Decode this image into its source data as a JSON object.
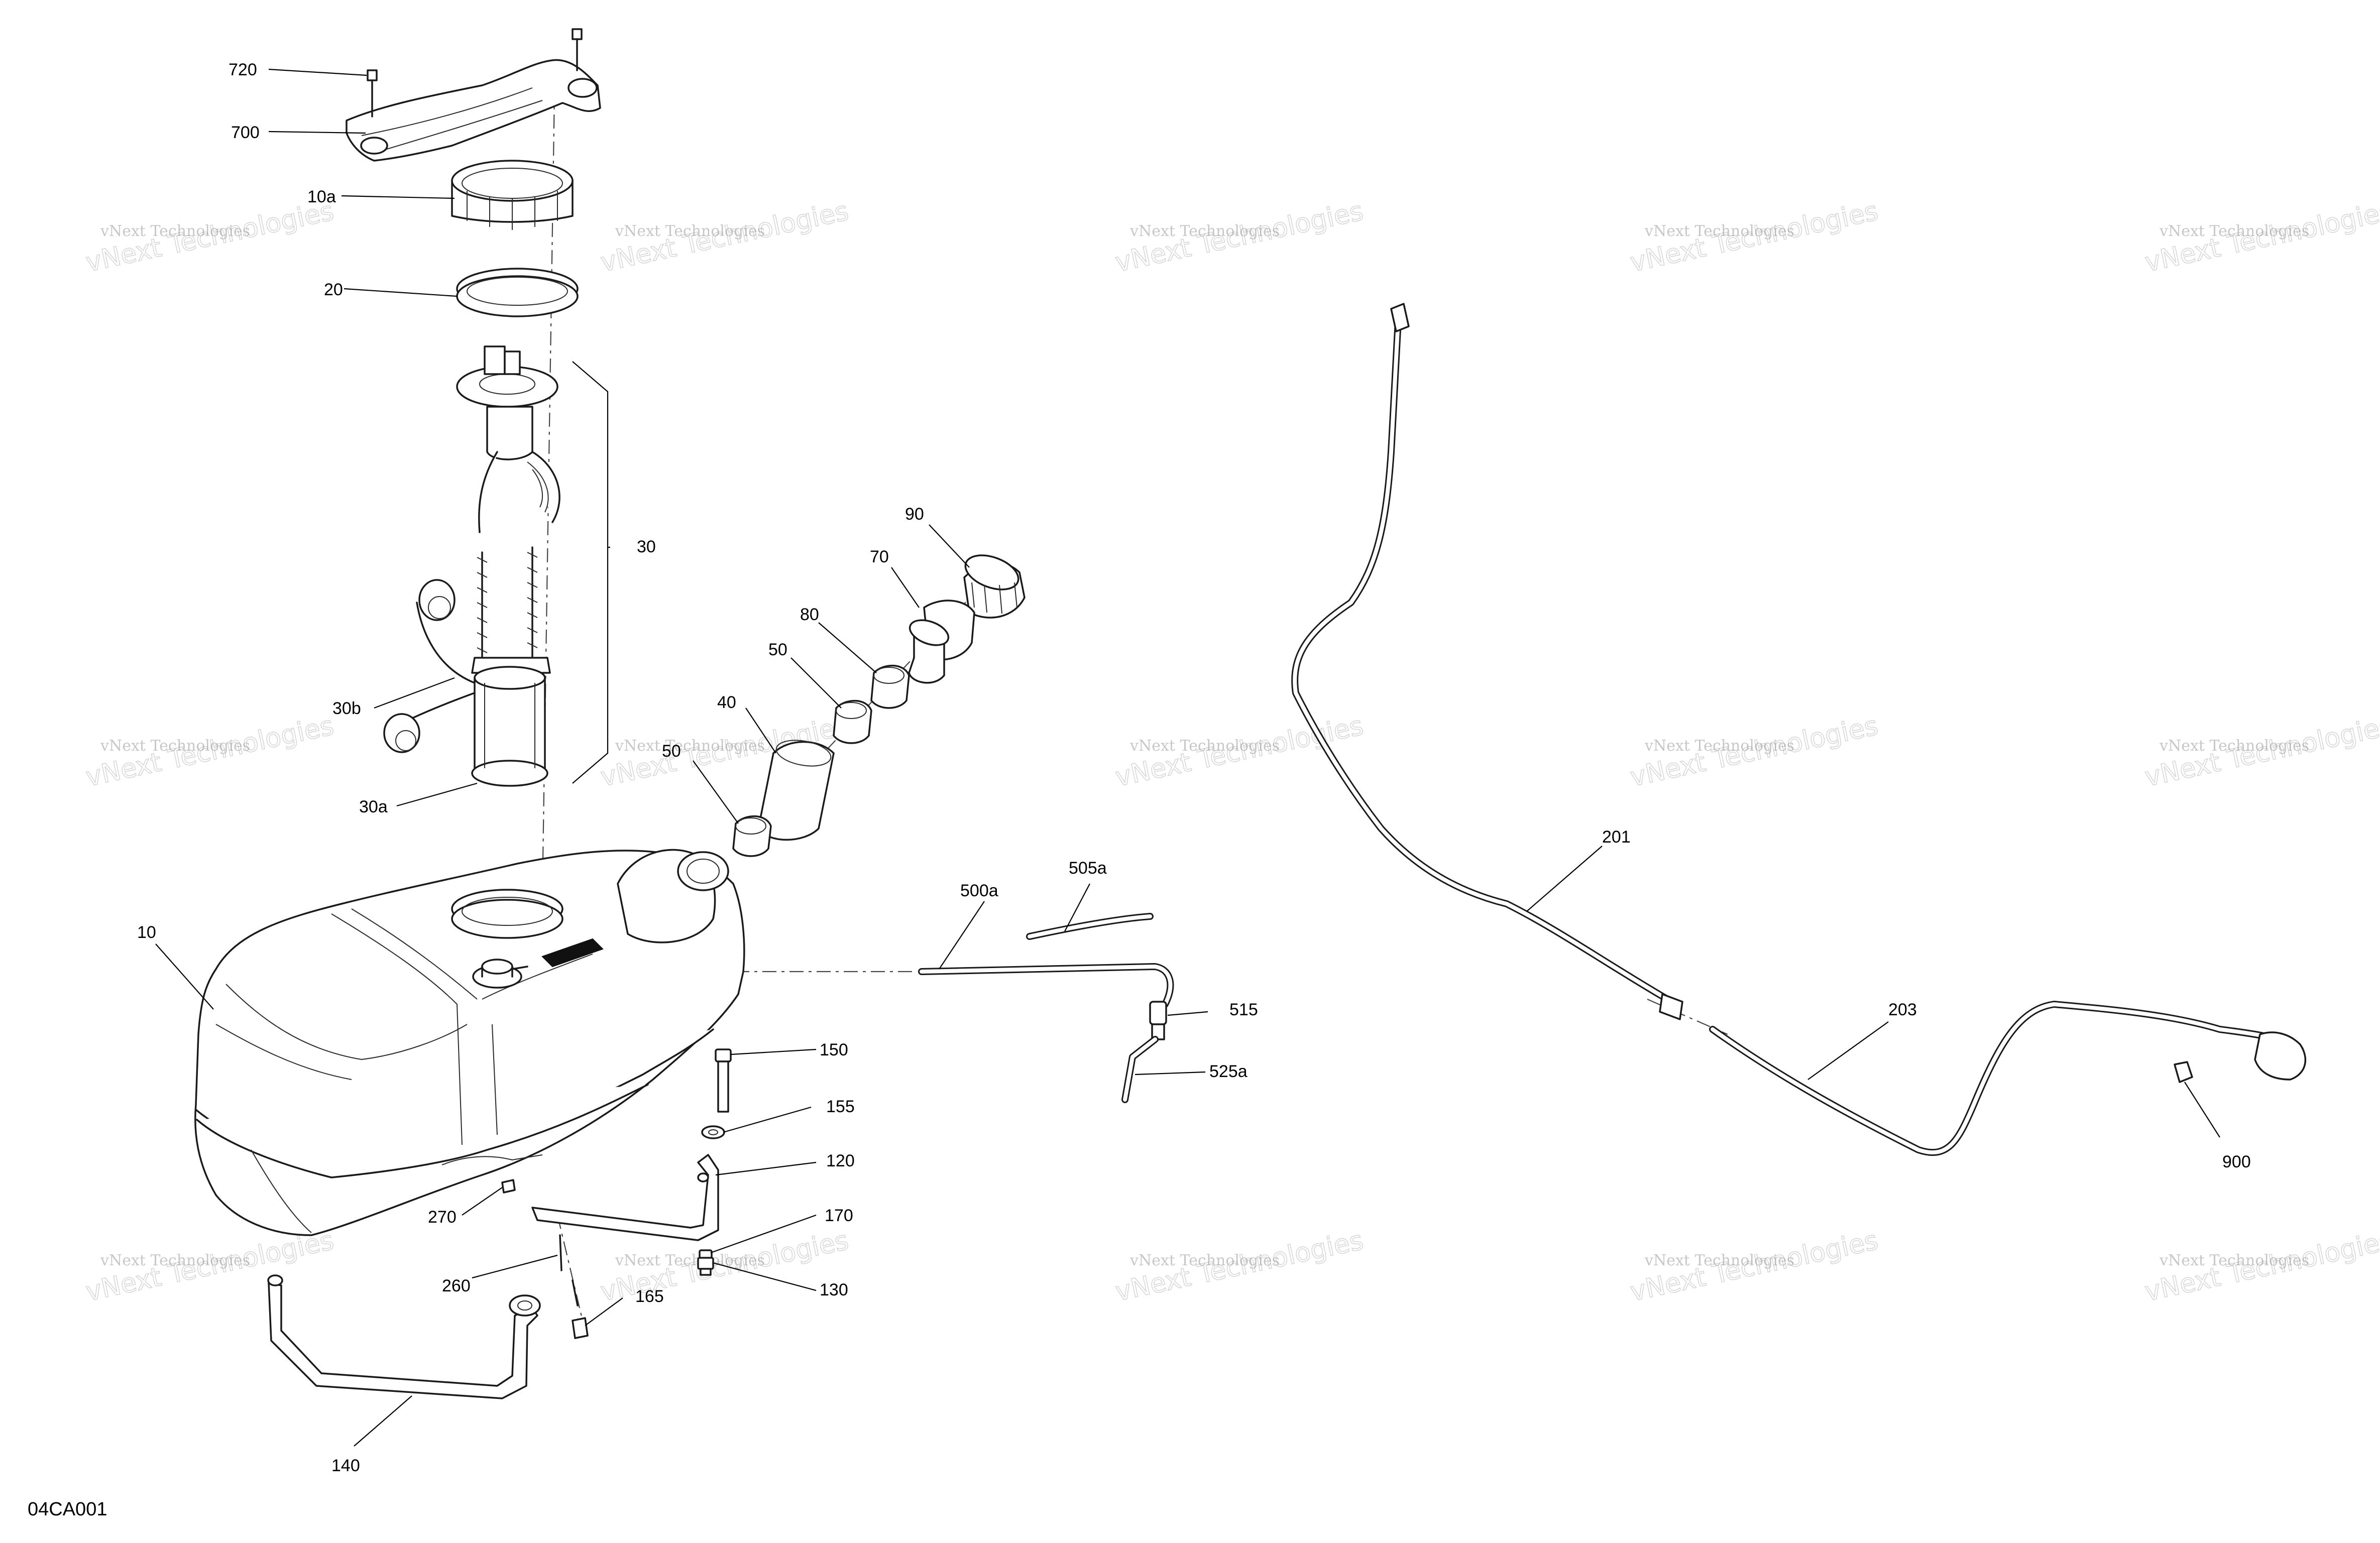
{
  "diagram_code": "04CA001",
  "watermark": {
    "line1": "vNext Technologies",
    "line2": "vNext Technologies"
  },
  "callouts": {
    "c720": "720",
    "c700": "700",
    "c10a": "10a",
    "c20": "20",
    "c30": "30",
    "c30b": "30b",
    "c30a": "30a",
    "c10": "10",
    "c90": "90",
    "c70": "70",
    "c80": "80",
    "c50_top": "50",
    "c40": "40",
    "c50_low": "50",
    "c500a": "500a",
    "c505a": "505a",
    "c515": "515",
    "c525a": "525a",
    "c150": "150",
    "c155": "155",
    "c120": "120",
    "c170": "170",
    "c130": "130",
    "c270": "270",
    "c260": "260",
    "c165": "165",
    "c140": "140",
    "c201": "201",
    "c203": "203",
    "c900": "900"
  },
  "colors": {
    "line": "#1a1a1a",
    "background": "#ffffff",
    "watermark": "#9a9a9a"
  }
}
